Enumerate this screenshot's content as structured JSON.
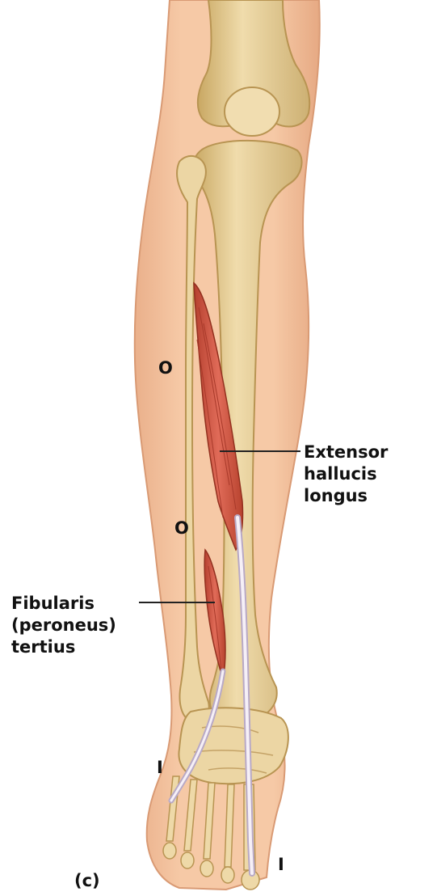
{
  "labels": {
    "extensor_line1": "Extensor",
    "extensor_line2": "hallucis",
    "extensor_line3": "longus",
    "fibularis_line1": "Fibularis",
    "fibularis_line2": "(peroneus)",
    "fibularis_line3": "tertius",
    "origin_upper": "O",
    "origin_lower": "O",
    "insertion_left": "I",
    "insertion_right": "I",
    "panel": "(c)"
  },
  "colors": {
    "skin": "#f3c09b",
    "skin_shadow": "#e3a47c",
    "bone": "#ead29d",
    "bone_shadow": "#c7a765",
    "muscle": "#d55a4a",
    "muscle_dark": "#a93a2c",
    "tendon": "#f5eff6",
    "tendon_edge": "#b8a9c6",
    "leader": "#222222"
  }
}
